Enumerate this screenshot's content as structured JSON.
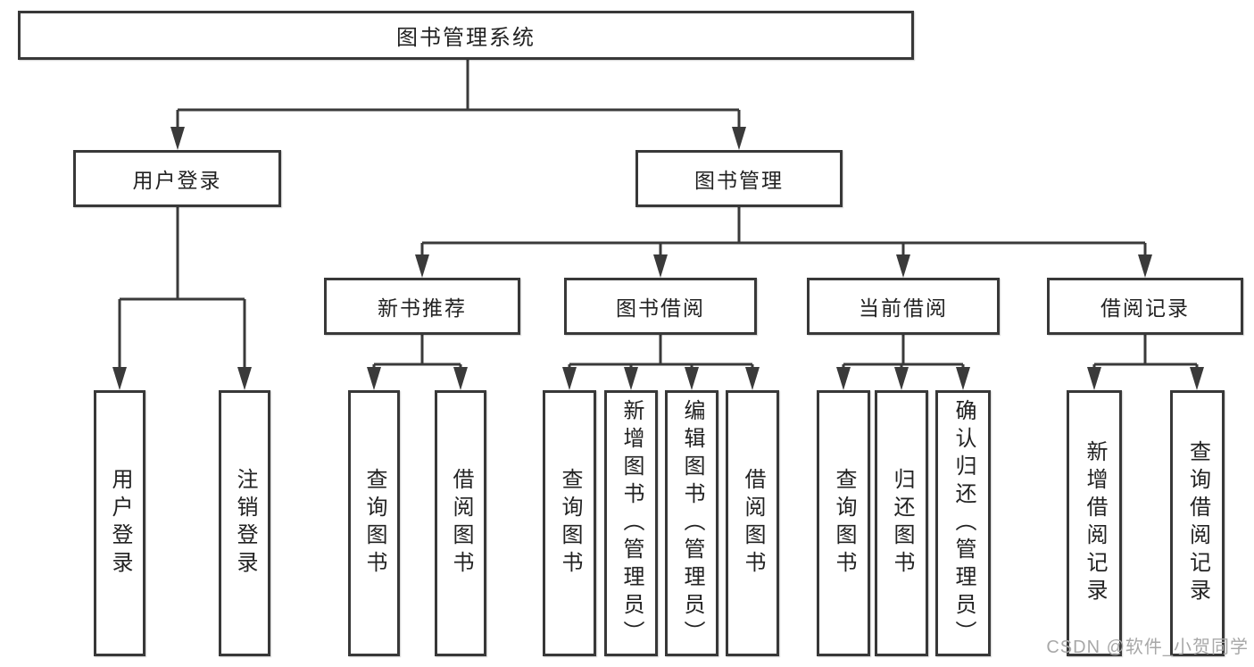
{
  "tree": {
    "root": {
      "label": "图书管理系统",
      "children": [
        {
          "label": "用户登录",
          "children": [
            {
              "label": "用户登录"
            },
            {
              "label": "注销登录"
            }
          ]
        },
        {
          "label": "图书管理",
          "children": [
            {
              "label": "新书推荐",
              "children": [
                {
                  "label": "查询图书"
                },
                {
                  "label": "借阅图书"
                }
              ]
            },
            {
              "label": "图书借阅",
              "children": [
                {
                  "label": "查询图书"
                },
                {
                  "label": "新增图书（管理员）"
                },
                {
                  "label": "编辑图书（管理员）"
                },
                {
                  "label": "借阅图书"
                }
              ]
            },
            {
              "label": "当前借阅",
              "children": [
                {
                  "label": "查询图书"
                },
                {
                  "label": "归还图书"
                },
                {
                  "label": "确认归还（管理员）"
                }
              ]
            },
            {
              "label": "借阅记录",
              "children": [
                {
                  "label": "新增借阅记录"
                },
                {
                  "label": "查询借阅记录"
                }
              ]
            }
          ]
        }
      ]
    }
  },
  "watermark": {
    "text": "CSDN @软件_小贺同学"
  },
  "colors": {
    "line": "#3a3a3a",
    "box_border": "#383838",
    "text": "#222222",
    "watermark": "#a8a8a8",
    "bg": "#ffffff"
  }
}
